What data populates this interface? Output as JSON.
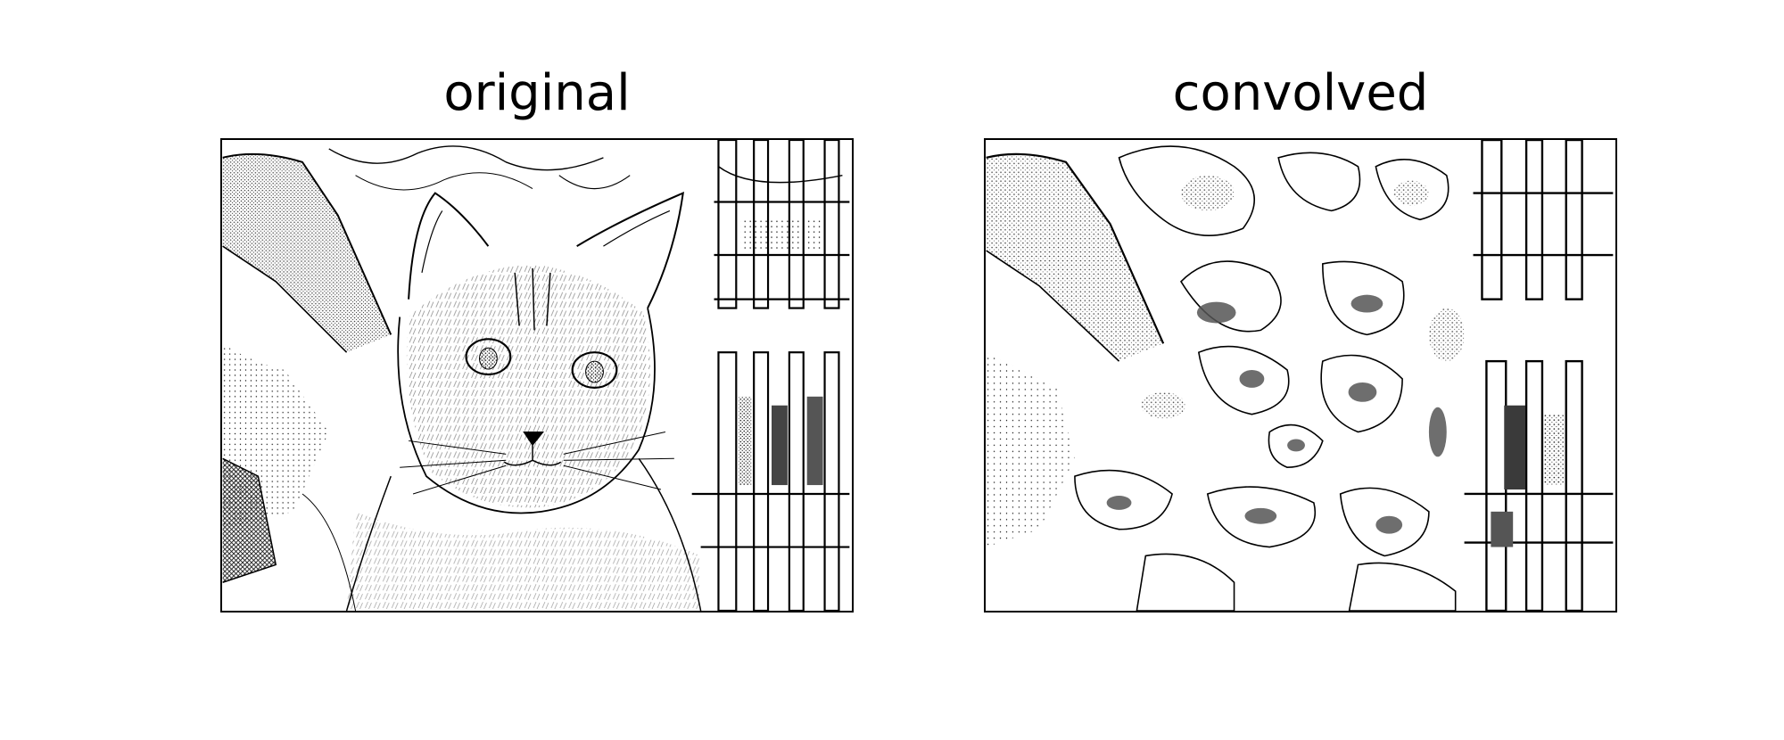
{
  "panels": [
    {
      "title": "original",
      "subject": "kitten-photo",
      "render_style": "black-and-white edge sketch, high detail"
    },
    {
      "title": "convolved",
      "subject": "kitten-photo",
      "render_style": "black-and-white blurred contour sketch"
    }
  ],
  "colors": {
    "ink": "#000000",
    "paper": "#ffffff",
    "dark_fill": "#5a5a5a",
    "mid_fill": "#9a9a9a",
    "light_fill": "#d4d4d4"
  }
}
